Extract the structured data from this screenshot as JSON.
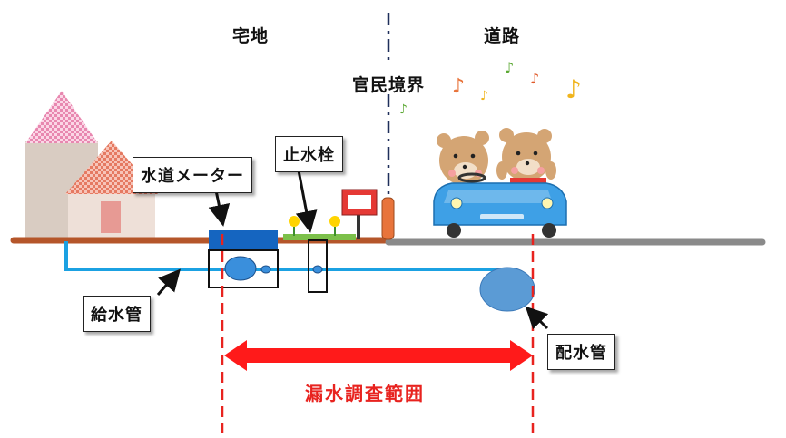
{
  "labels": {
    "residential": "宅地",
    "road": "道路",
    "boundary": "官民境界",
    "meter": "水道メーター",
    "stopcock": "止水栓",
    "service_pipe": "給水管",
    "distribution_main": "配水管",
    "survey_range": "漏水調査範囲"
  },
  "colors": {
    "ground_private": "#b5562a",
    "ground_road": "#8a8a8a",
    "pipe": "#1ba1e2",
    "main_pipe": "#5b9bd5",
    "meter_box": "#1565c0",
    "survey_arrow": "#ff1a1a",
    "dashed_line": "#e8231f",
    "car": "#3ea0e6"
  }
}
